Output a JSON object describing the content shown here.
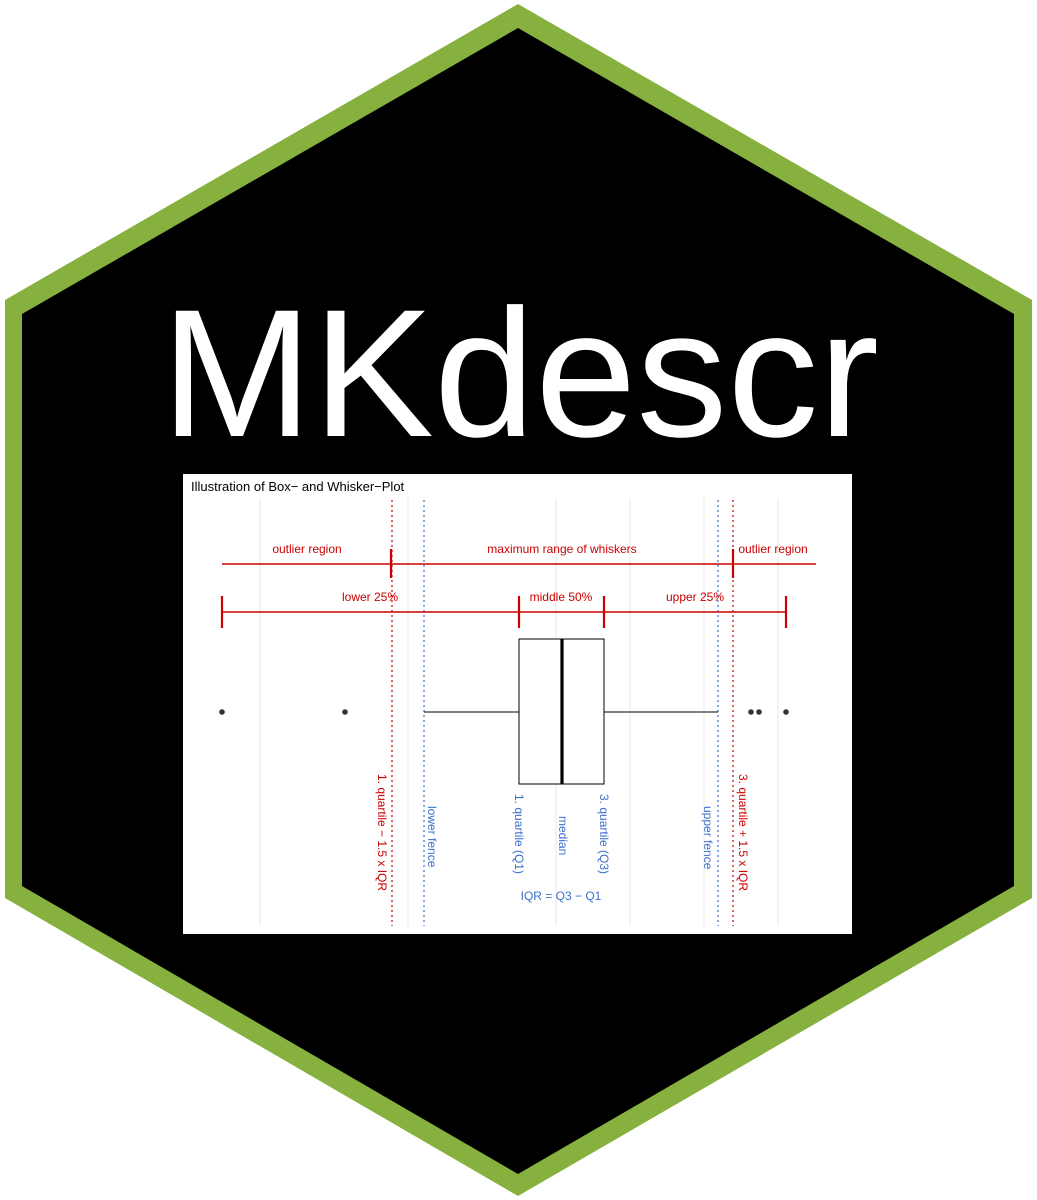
{
  "logo": {
    "title": "MKdescr",
    "colors": {
      "border": "#87b13f",
      "fill": "#000000",
      "title": "#ffffff"
    }
  },
  "figure": {
    "title": "Illustration of Box− and Whisker−Plot",
    "colors": {
      "red": "#cc0000",
      "blue": "#3a6fd0",
      "box": "#000000",
      "grid": "#ebebeb",
      "background": "#ffffff"
    },
    "range_labels": {
      "outlier_left": "outlier region",
      "whisker_range": "maximum range of whiskers",
      "outlier_right": "outlier region"
    },
    "share_labels": {
      "lower": "lower 25%",
      "middle": "middle 50%",
      "upper": "upper 25%"
    },
    "line_labels": {
      "q1_minus": "1. quartile − 1.5 x IQR",
      "lower_fence": "lower fence",
      "q1": "1. quartile (Q1)",
      "median": "median",
      "q3": "3. quartile (Q3)",
      "upper_fence": "upper fence",
      "q3_plus": "3. quartile + 1.5 x IQR"
    },
    "iqr_label": "IQR = Q3 − Q1"
  }
}
